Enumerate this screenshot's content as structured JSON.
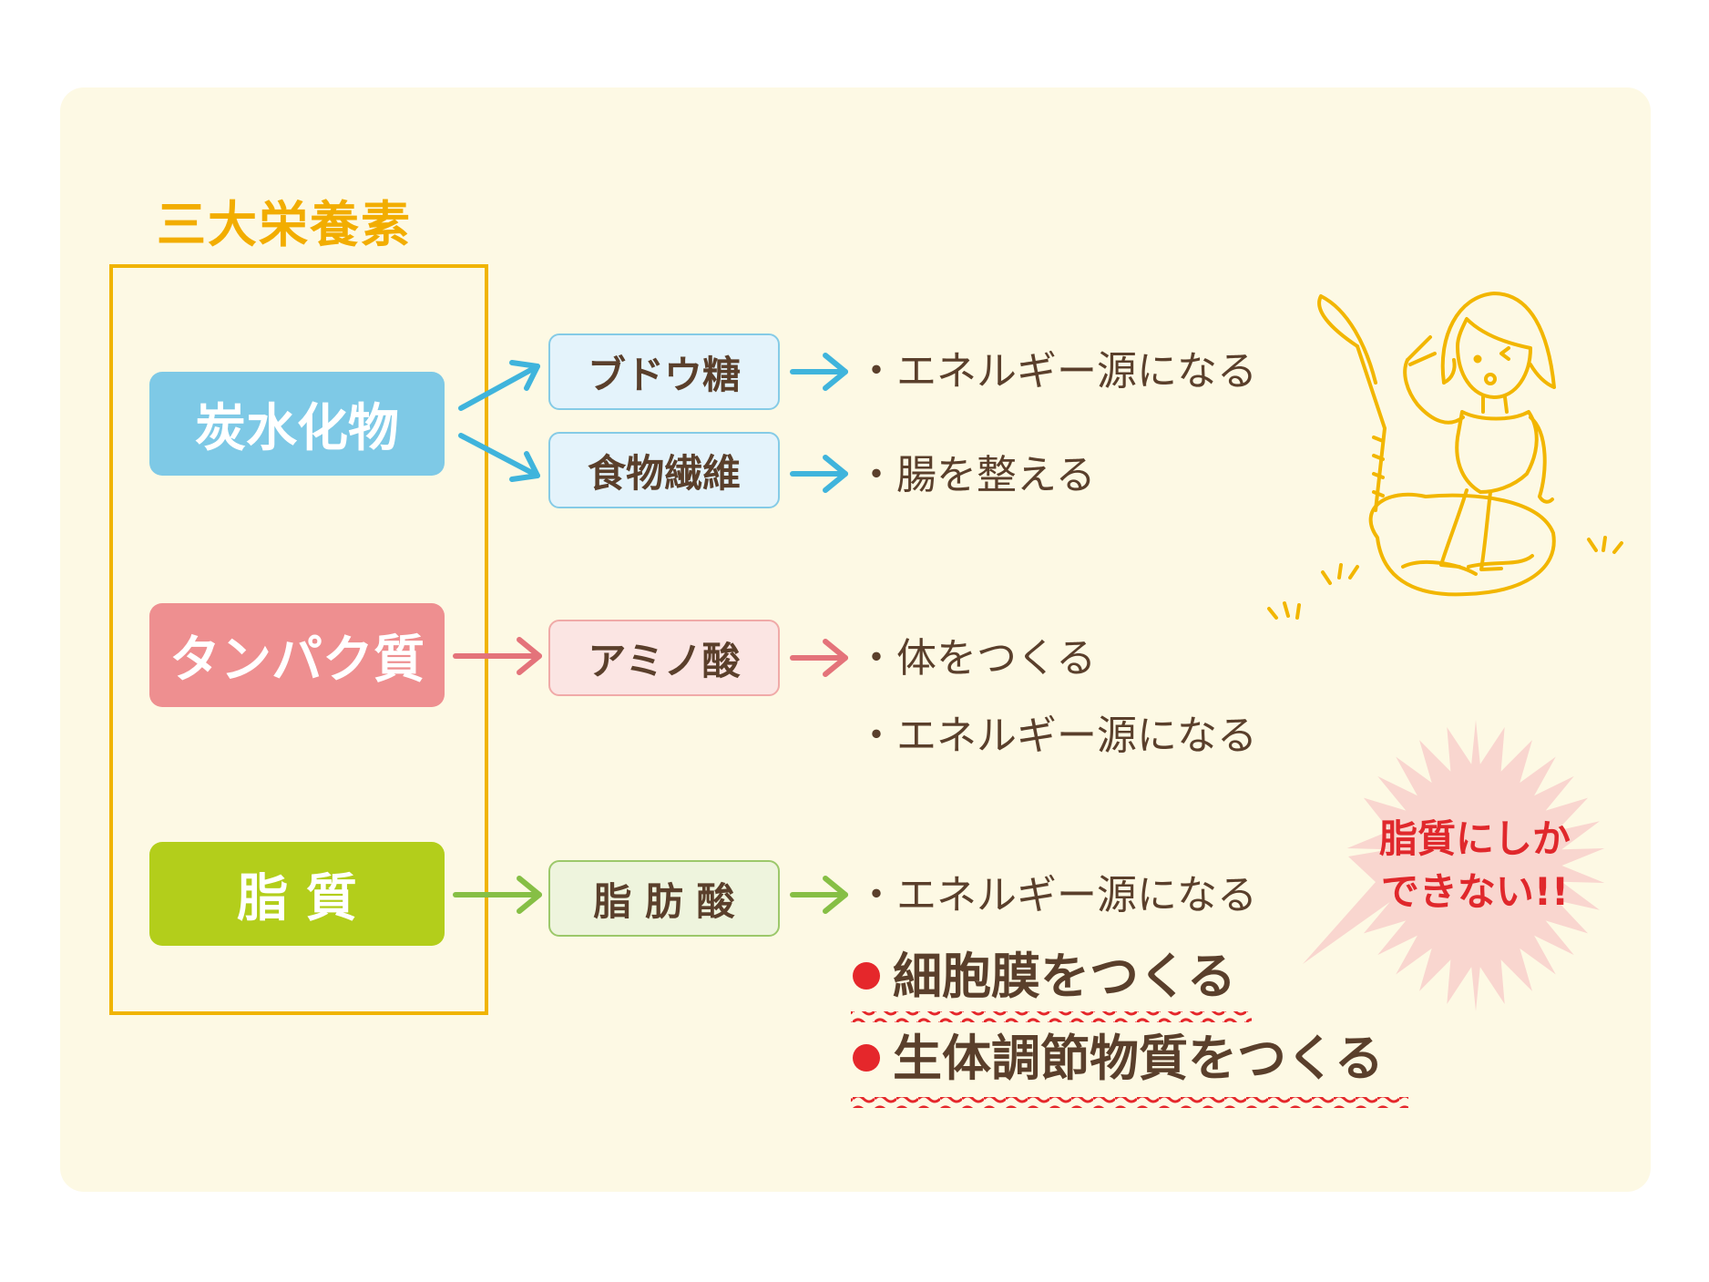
{
  "title": "三大栄養素",
  "colors": {
    "carb": "#7ec9e6",
    "protein": "#ee8f90",
    "fat": "#b3ce1b",
    "frame": "#f0b400",
    "accent": "#e5272b",
    "text": "#5a3f2b"
  },
  "categories": [
    {
      "label": "炭水化物",
      "color": "#7ec9e6"
    },
    {
      "label": "タンパク質",
      "color": "#ee8f90"
    },
    {
      "label": "脂 質",
      "color": "#b3ce1b"
    }
  ],
  "nutrients": [
    {
      "label": "ブドウ糖",
      "fill": "#e4f3fb",
      "border": "#85cbe6"
    },
    {
      "label": "食物繊維",
      "fill": "#e4f3fb",
      "border": "#85cbe6"
    },
    {
      "label": "アミノ酸",
      "fill": "#fbe5e3",
      "border": "#f0aaa8"
    },
    {
      "label": "脂 肪 酸",
      "fill": "#eef4dd",
      "border": "#9cc86a"
    }
  ],
  "functions": [
    "・エネルギー源になる",
    "・腸を整える",
    "・体をつくる",
    "・エネルギー源になる",
    "・エネルギー源になる"
  ],
  "fat_only": [
    "細胞膜をつくる",
    "生体調節物質をつくる"
  ],
  "callout": {
    "line1": "脂質にしか",
    "line2": "できない!!"
  },
  "icons": {
    "illustration": "woman-on-balance-ball-illustration",
    "bullet": "red-dot-icon"
  }
}
